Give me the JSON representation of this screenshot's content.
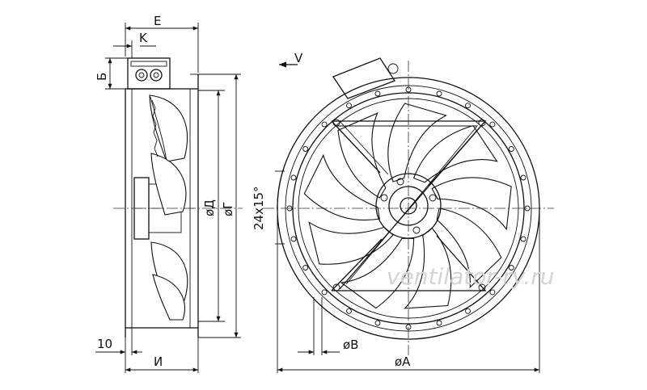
{
  "dimensions": {
    "E": "E",
    "K": "K",
    "B_height": "Б",
    "D_inner": "øД",
    "G_outer": "øГ",
    "bolt_holes": "24x15°",
    "V_direction": "V",
    "B_hole": "øB",
    "A_diameter": "øA",
    "ten": "10",
    "I_depth": "И"
  },
  "watermark": "ventilator-ry.ru"
}
